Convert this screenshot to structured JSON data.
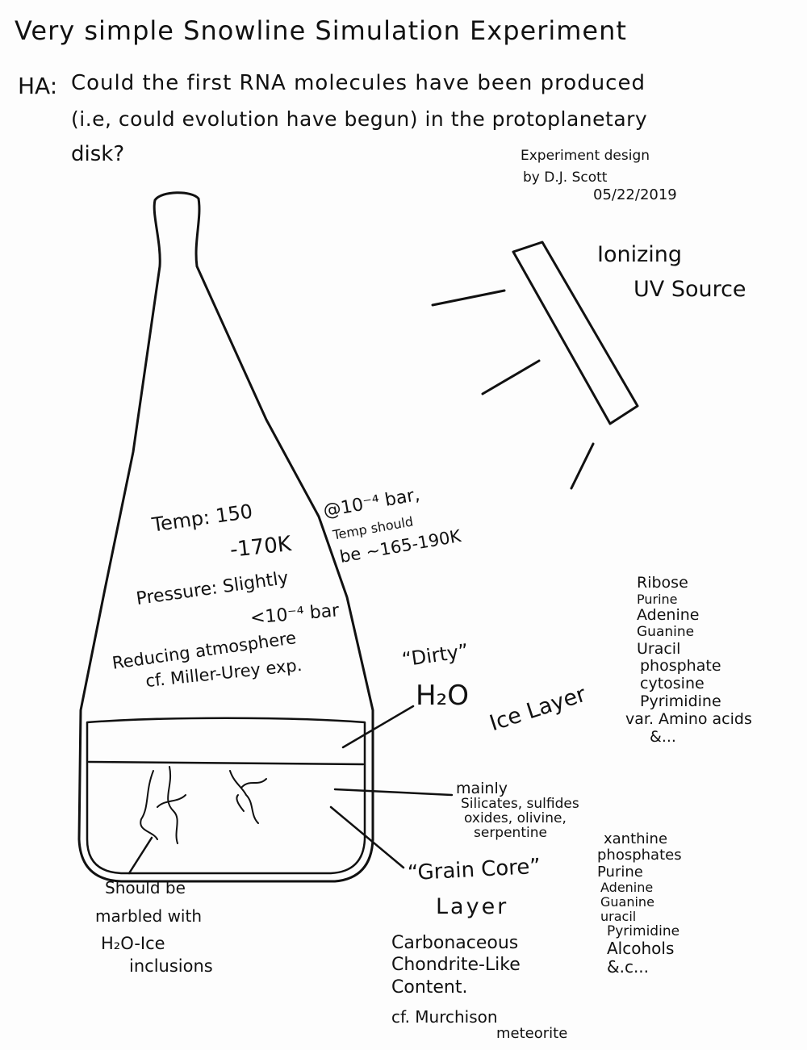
{
  "title": "Very simple Snowline Simulation Experiment",
  "hypothesis": {
    "label": "HA:",
    "line1": "Could the first RNA molecules have been produced",
    "line2": "(i.e, could evolution have begun) in the protoplanetary",
    "line3": "disk?"
  },
  "credit": {
    "line1": "Experiment design",
    "line2": "by D.J. Scott",
    "date": "05/22/2019"
  },
  "uv_source": {
    "line1": "Ionizing",
    "line2": "UV Source"
  },
  "flask_notes": {
    "temp_line1": "Temp: 150",
    "temp_line2": "-170K",
    "pressure_line1": "Pressure: Slightly",
    "pressure_line2": "<10⁻⁴ bar",
    "atmosphere_line1": "Reducing atmosphere",
    "atmosphere_line2": "cf. Miller-Urey exp."
  },
  "side_note": {
    "line1": "@10⁻⁴ bar,",
    "line2": "Temp should",
    "line3": "be ~165-190K"
  },
  "ice_layer": {
    "dirty": "“Dirty”",
    "h2o": "H₂O",
    "label": "Ice Layer"
  },
  "ice_contents": [
    "Ribose",
    "Purine",
    "Adenine",
    "Guanine",
    "Uracil",
    "phosphate",
    "cytosine",
    "Pyrimidine",
    "var. Amino acids",
    "&..."
  ],
  "minerals": {
    "line1": "mainly",
    "line2": "Silicates, sulfides",
    "line3": "oxides, olivine,",
    "line4": "serpentine"
  },
  "grain_core": {
    "line1": "“Grain Core”",
    "line2": "Layer",
    "content1": "Carbonaceous",
    "content2": "Chondrite-Like",
    "content3": "Content.",
    "ref1": "cf. Murchison",
    "ref2": "meteorite"
  },
  "grain_contents": [
    "xanthine",
    "phosphates",
    "Purine",
    "Adenine",
    "Guanine",
    "uracil",
    "Pyrimidine",
    "Alcohols",
    "&.c..."
  ],
  "marbled_note": {
    "line1": "Should be",
    "line2": "marbled with",
    "line3": "H₂O-Ice",
    "line4": "inclusions"
  }
}
